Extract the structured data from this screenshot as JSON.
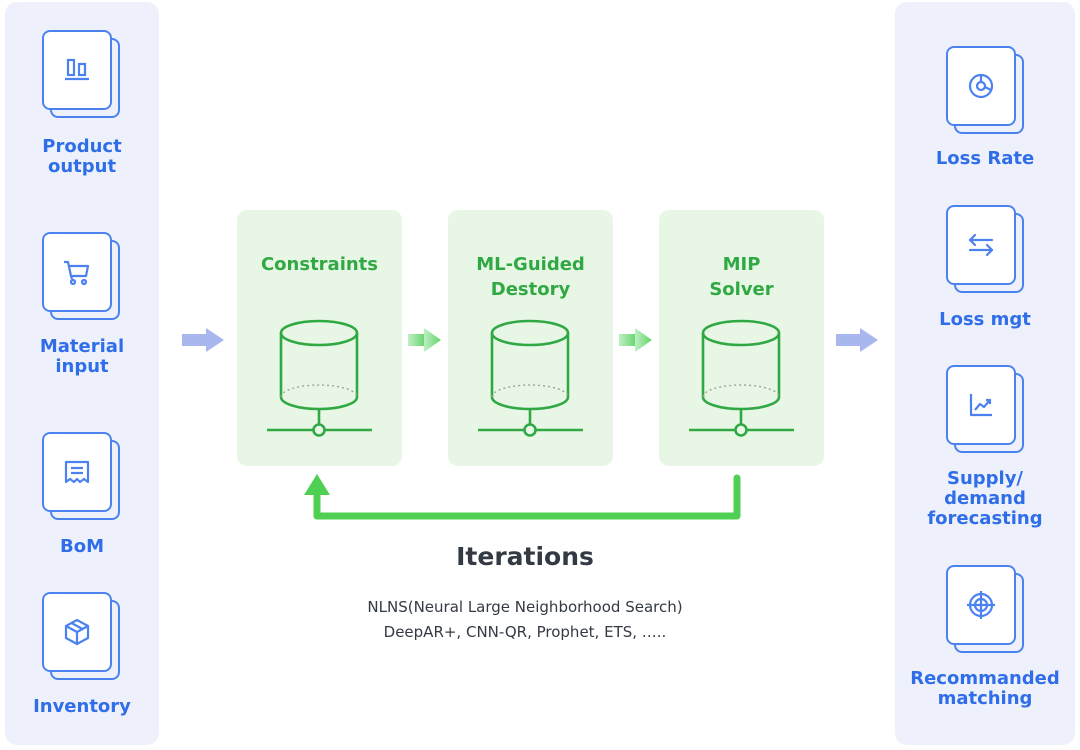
{
  "inputs": [
    {
      "label": "Product\noutput",
      "icon": "bar-chart-icon"
    },
    {
      "label": "Material\ninput",
      "icon": "cart-icon"
    },
    {
      "label": "BoM",
      "icon": "receipt-icon"
    },
    {
      "label": "Inventory",
      "icon": "box-icon"
    }
  ],
  "outputs": [
    {
      "label": "Loss Rate",
      "icon": "donut-chart-icon"
    },
    {
      "label": "Loss mgt",
      "icon": "swap-arrows-icon"
    },
    {
      "label": "Supply/\ndemand\nforecasting",
      "icon": "trend-chart-icon"
    },
    {
      "label": "Recommanded\nmatching",
      "icon": "target-icon"
    }
  ],
  "stages": [
    {
      "title": "Constraints"
    },
    {
      "title": "ML-Guided\nDestory"
    },
    {
      "title": "MIP\nSolver"
    }
  ],
  "iterations": {
    "title": "Iterations",
    "lines": [
      "NLNS(Neural Large Neighborhood Search)",
      "DeepAR+, CNN-QR, Prophet, ETS, ….."
    ]
  },
  "colors": {
    "blue": "#4c82f0",
    "green": "#30a843",
    "panel": "#eef1fb",
    "stage_bg": "#e8f7e5"
  }
}
